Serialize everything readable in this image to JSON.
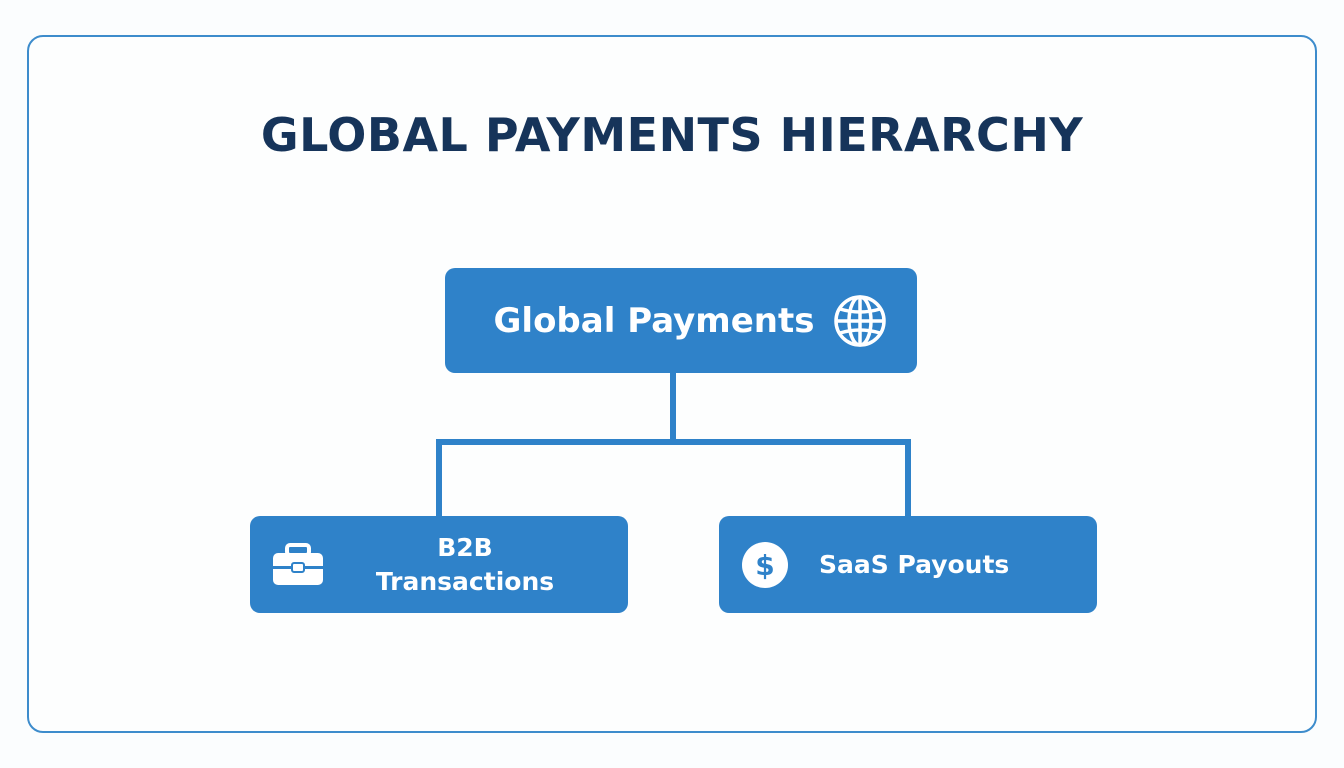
{
  "title": "GLOBAL PAYMENTS HIERARCHY",
  "root": {
    "label": "Global Payments",
    "icon": "globe-icon"
  },
  "children": [
    {
      "label_line1": "B2B",
      "label_line2": "Transactions",
      "icon": "briefcase-icon"
    },
    {
      "label": "SaaS Payouts",
      "icon": "dollar-coin-icon"
    }
  ],
  "colors": {
    "node": "#2f82c9",
    "connector": "#2f82c9",
    "title": "#16345a",
    "frame": "#3d8ccc"
  }
}
